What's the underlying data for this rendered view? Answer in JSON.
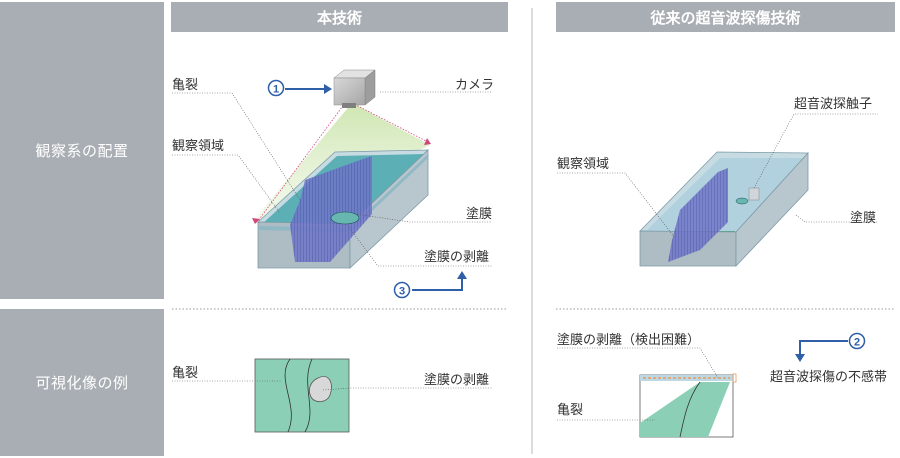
{
  "sidebar": {
    "row1": "観察系の配置",
    "row2": "可視化像の例"
  },
  "headers": {
    "left": "本技術",
    "right": "従来の超音波探傷技術"
  },
  "markers": {
    "m1": "1",
    "m2": "2",
    "m3": "3"
  },
  "left_top": {
    "crack": "亀裂",
    "camera": "カメラ",
    "observation_area": "観察領域",
    "coating": "塗膜",
    "coating_peel": "塗膜の剥離"
  },
  "right_top": {
    "ultrasonic_probe": "超音波探触子",
    "observation_area": "観察領域",
    "coating": "塗膜"
  },
  "left_bottom": {
    "crack": "亀裂",
    "coating_peel": "塗膜の剥離"
  },
  "right_bottom": {
    "coating_peel_hard": "塗膜の剥離（検出困難）",
    "dead_zone": "超音波探傷の不感帯",
    "crack": "亀裂"
  },
  "colors": {
    "panel_gray": "#a8aeb3",
    "marker_blue": "#2e5fa8",
    "block_top": "#bdd3dd",
    "block_front": "#aabac2",
    "water": "#3fa3a8",
    "image_green": "#8ccfb7",
    "dead_zone_orange": "#e69a5a"
  }
}
